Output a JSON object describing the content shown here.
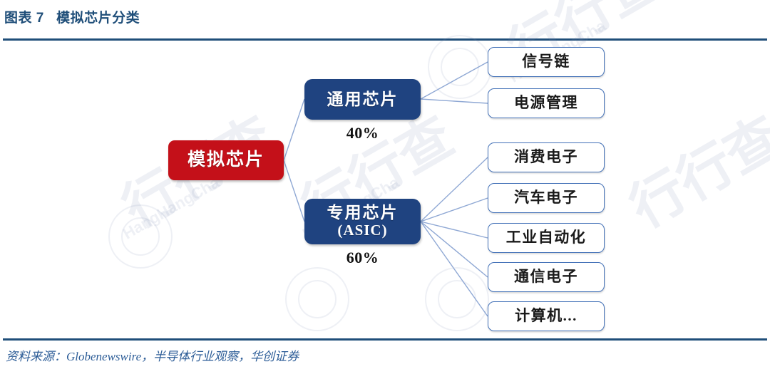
{
  "header": {
    "title": "图表 7   模拟芯片分类",
    "title_color": "#1F4E79",
    "rule_color": "#1F4E79"
  },
  "footer": {
    "source": "资料来源：Globenewswire，半导体行业观察，华创证券",
    "source_color": "#2E5E98"
  },
  "colors": {
    "root_fill": "#C41019",
    "branch_fill": "#1F4380",
    "leaf_border": "#4472B8",
    "connector": "#8FA8D4",
    "percent_text": "#111111"
  },
  "diagram": {
    "type": "tree",
    "root": {
      "label": "模拟芯片"
    },
    "branches": [
      {
        "label": "通用芯片",
        "sublabel": "",
        "percent": "40%",
        "children": [
          {
            "label": "信号链"
          },
          {
            "label": "电源管理"
          }
        ]
      },
      {
        "label": "专用芯片",
        "sublabel": "(ASIC)",
        "percent": "60%",
        "children": [
          {
            "label": "消费电子"
          },
          {
            "label": "汽车电子"
          },
          {
            "label": "工业自动化"
          },
          {
            "label": "通信电子"
          },
          {
            "label": "计算机..."
          }
        ]
      }
    ]
  },
  "watermark": {
    "text": "行行查",
    "text_en": "HangHangCha"
  }
}
